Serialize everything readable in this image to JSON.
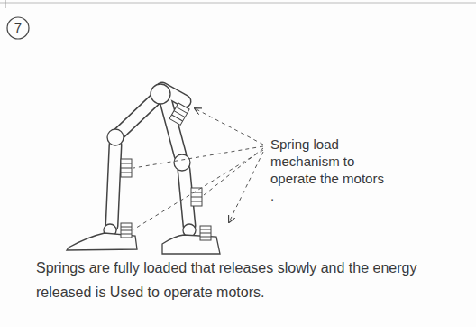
{
  "diagram": {
    "nodes": [
      {
        "text": [
          "7"
        ]
      }
    ],
    "labels": [
      "Spring load mechanism to operate the motors .",
      "Springs are fully loaded that releases slowly and the energy released is Used to operate motors."
    ]
  }
}
